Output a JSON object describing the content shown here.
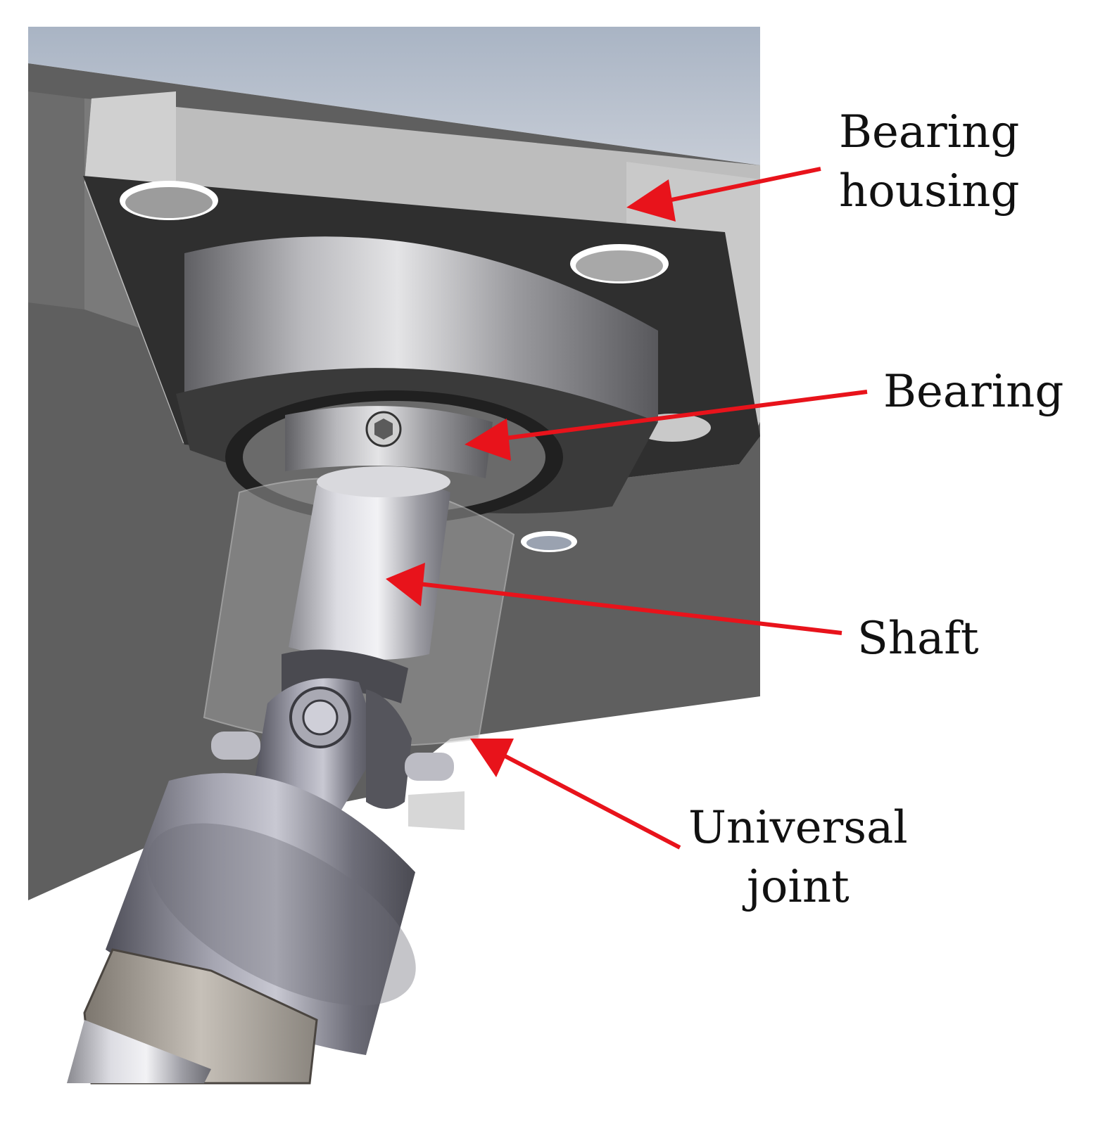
{
  "labels": {
    "bearing_housing": [
      "Bearing",
      "housing"
    ],
    "bearing": "Bearing",
    "shaft": "Shaft",
    "universal_joint": [
      "Universal",
      "joint"
    ]
  },
  "colors": {
    "arrow": "#e8131b",
    "background_top": "#a7b2c1",
    "plate": "#5e5e5e",
    "flange_dark": "#2b2b2b",
    "metal_light": "#d5d5d7",
    "metal_mid": "#a4a4a8",
    "metal_dark": "#6f6f74"
  }
}
